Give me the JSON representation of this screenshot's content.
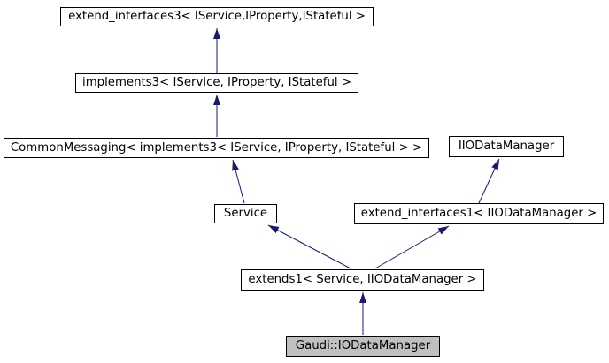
{
  "diagram_type": "class-inheritance-graph",
  "colors": {
    "edge": "#191970",
    "node_border": "#000000",
    "node_fill": "#ffffff",
    "current_node_fill": "#c0c0c0",
    "text": "#000000"
  },
  "nodes": {
    "extend_interfaces3": {
      "label": "extend_interfaces3< IService,IProperty,IStateful >"
    },
    "implements3": {
      "label": "implements3< IService, IProperty, IStateful >"
    },
    "commonmessaging": {
      "label": "CommonMessaging< implements3< IService, IProperty, IStateful > >"
    },
    "iiodatamanager": {
      "label": "IIODataManager"
    },
    "service": {
      "label": "Service"
    },
    "extend_interfaces1": {
      "label": "extend_interfaces1< IIODataManager >"
    },
    "extends1": {
      "label": "extends1< Service, IIODataManager >"
    },
    "gaudi_iodatamanager": {
      "label": "Gaudi::IODataManager",
      "highlighted": true
    }
  },
  "edges": [
    {
      "from": "implements3",
      "to": "extend_interfaces3",
      "relation": "inherits",
      "style": "solid"
    },
    {
      "from": "commonmessaging",
      "to": "implements3",
      "relation": "inherits",
      "style": "solid"
    },
    {
      "from": "service",
      "to": "commonmessaging",
      "relation": "inherits",
      "style": "solid"
    },
    {
      "from": "extend_interfaces1",
      "to": "iiodatamanager",
      "relation": "inherits",
      "style": "solid"
    },
    {
      "from": "extends1",
      "to": "service",
      "relation": "inherits",
      "style": "solid"
    },
    {
      "from": "extends1",
      "to": "extend_interfaces1",
      "relation": "inherits",
      "style": "solid"
    },
    {
      "from": "gaudi_iodatamanager",
      "to": "extends1",
      "relation": "inherits",
      "style": "solid"
    }
  ]
}
